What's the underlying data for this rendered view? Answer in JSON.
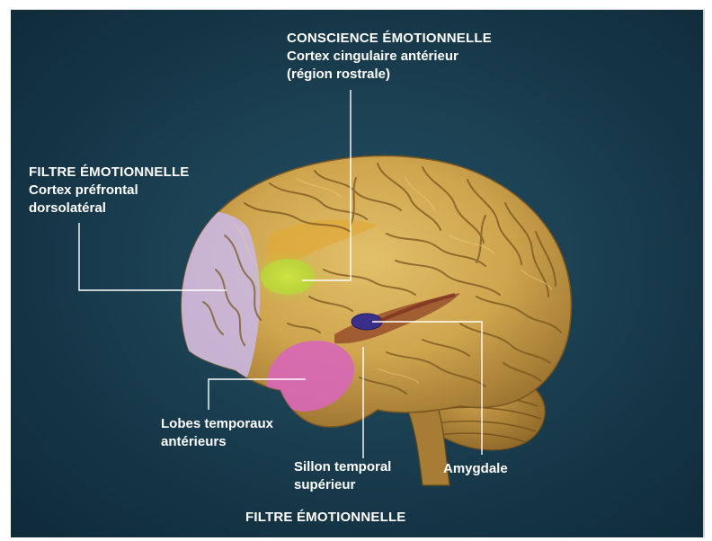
{
  "labels": {
    "conscience_title": "CONSCIENCE ÉMOTIONNELLE",
    "conscience_line1": "Cortex cingulaire antérieur",
    "conscience_line2": "(région rostrale)",
    "filtre_top_title": "FILTRE ÉMOTIONNELLE",
    "filtre_top_line1": "Cortex préfrontal",
    "filtre_top_line2": "dorsolatéral",
    "lobes_line1": "Lobes temporaux",
    "lobes_line2": "antérieurs",
    "sillon_line1": "Sillon temporal",
    "sillon_line2": "supérieur",
    "amygdale": "Amygdale",
    "filtre_bottom_title": "FILTRE ÉMOTIONNELLE"
  },
  "colors": {
    "background": "#1c4254",
    "brain": "#d1aa52",
    "prefrontal_region": "#c9b8e6",
    "cingulate_region": "#b9d43a",
    "temporal_region": "#d867b8",
    "amygdala": "#3b2f8c",
    "leader_lines": "#ffffff"
  }
}
